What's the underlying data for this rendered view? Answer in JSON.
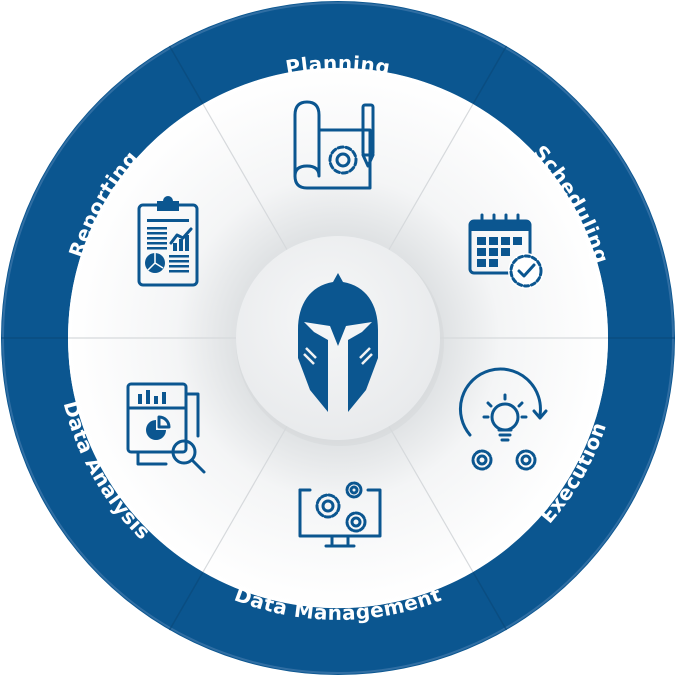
{
  "diagram": {
    "type": "cycle-wheel",
    "center": {
      "icon": "spartan-helmet-icon"
    },
    "colors": {
      "ring": "#0B5690",
      "ring_rim": "#4A7FB0",
      "segment_fill": "#FFFFFF",
      "segment_shade": "#E3E6E8",
      "center_fill": "#F1F2F3",
      "icon": "#0B5690",
      "label": "#FFFFFF"
    },
    "segments": [
      {
        "label": "Planning",
        "icon": "blueprint-gear-pencil-icon"
      },
      {
        "label": "Scheduling",
        "icon": "calendar-clock-icon"
      },
      {
        "label": "Execution",
        "icon": "lightbulb-gears-icon"
      },
      {
        "label": "Data Management",
        "icon": "monitor-gears-icon"
      },
      {
        "label": "Data Analysis",
        "icon": "report-magnifier-icon"
      },
      {
        "label": "Reporting",
        "icon": "clipboard-chart-icon"
      }
    ]
  }
}
